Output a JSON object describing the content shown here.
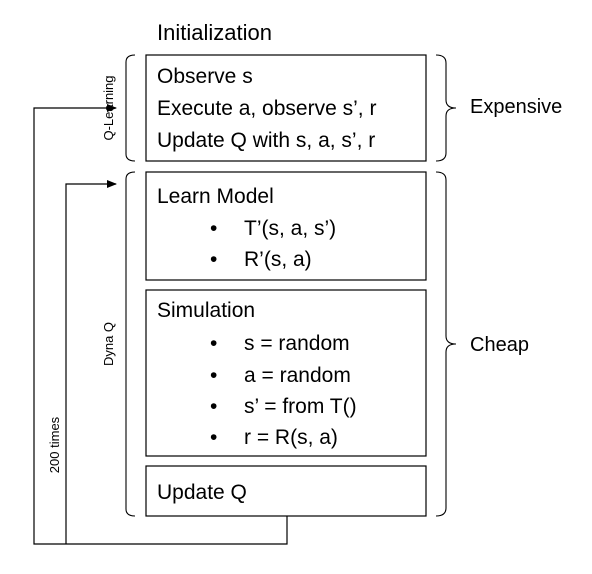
{
  "title": "Initialization",
  "q_learning": {
    "side_label": "Q-Learning",
    "lines": [
      "Observe s",
      "Execute a, observe s’, r",
      "Update Q with s, a, s’, r"
    ],
    "cost": "Expensive"
  },
  "dyna_q": {
    "side_label": "Dyna Q",
    "learn_model": {
      "heading": "Learn Model",
      "bullets": [
        "T’(s, a, s’)",
        "R’(s, a)"
      ]
    },
    "simulation": {
      "heading": "Simulation",
      "bullets": [
        "s = random",
        "a = random",
        "s’ = from T()",
        "r = R(s, a)"
      ]
    },
    "update": "Update Q",
    "cost": "Cheap"
  },
  "loop_label": "200 times",
  "bullet_glyph": "•"
}
